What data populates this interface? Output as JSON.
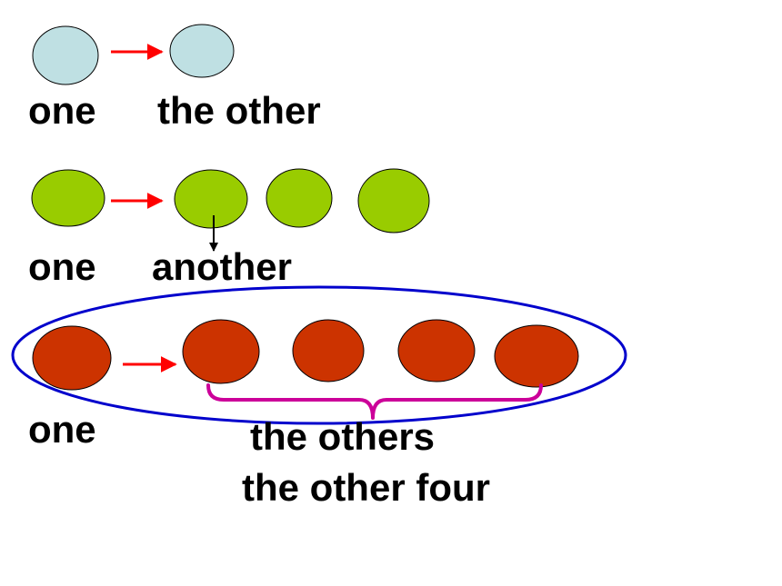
{
  "colors": {
    "row1_fill": "#bfe0e3",
    "row2_fill": "#99cc00",
    "row3_fill": "#cc3300",
    "arrow_red": "#ff0000",
    "ellipse_blue": "#0000cc",
    "brace_magenta": "#cc0099"
  },
  "rows": [
    {
      "labels": {
        "first": "one",
        "second": "the other"
      },
      "circle_count": 2
    },
    {
      "labels": {
        "first": "one",
        "second": "another"
      },
      "circle_count": 4
    },
    {
      "labels": {
        "first": "one",
        "second": "the others",
        "third": "the other four"
      },
      "circle_count": 5
    }
  ]
}
